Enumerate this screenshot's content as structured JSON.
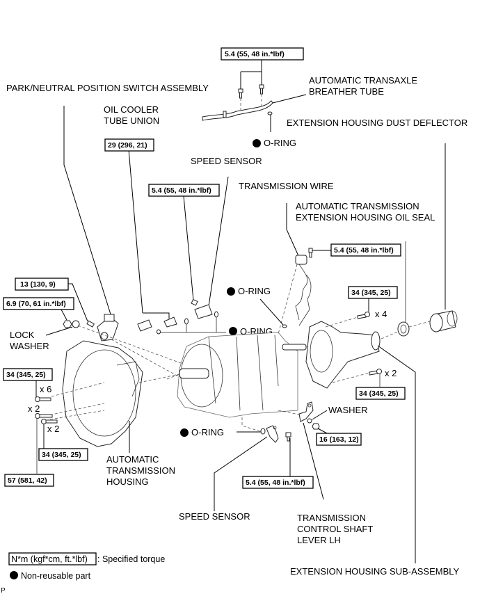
{
  "labels": {
    "park_neutral_switch": "PARK/NEUTRAL POSITION SWITCH ASSEMBLY",
    "oil_cooler_union_1": "OIL COOLER",
    "oil_cooler_union_2": "TUBE UNION",
    "breather_tube_1": "AUTOMATIC TRANSAXLE",
    "breather_tube_2": "BREATHER TUBE",
    "dust_deflector": "EXTENSION HOUSING DUST DEFLECTOR",
    "oring_top": "O-RING",
    "speed_sensor_top": "SPEED SENSOR",
    "transmission_wire": "TRANSMISSION WIRE",
    "oil_seal_1": "AUTOMATIC TRANSMISSION",
    "oil_seal_2": "EXTENSION HOUSING OIL SEAL",
    "oring_mid1": "O-RING",
    "oring_mid2": "O-RING",
    "lock_washer_1": "LOCK",
    "lock_washer_2": "WASHER",
    "washer": "WASHER",
    "oring_bottom": "O-RING",
    "housing_1": "AUTOMATIC",
    "housing_2": "TRANSMISSION",
    "housing_3": "HOUSING",
    "speed_sensor_bottom": "SPEED SENSOR",
    "control_lever_1": "TRANSMISSION",
    "control_lever_2": "CONTROL SHAFT",
    "control_lever_3": "LEVER LH",
    "extension_housing": "EXTENSION HOUSING SUB-ASSEMBLY"
  },
  "torques": {
    "breather_bolts": "5.4 (55, 48 in.*lbf)",
    "oil_cooler_union": "29 (296, 21)",
    "speed_sensor_top_bolt": "5.4 (55, 48 in.*lbf)",
    "transmission_wire_bolt": "5.4 (55, 48 in.*lbf)",
    "pn_switch_bolt": "13 (130, 9)",
    "pn_switch_nut": "6.9 (70, 61 in.*lbf)",
    "extension_bolts_x4": "34 (345, 25)",
    "extension_bolts_x2": "34 (345, 25)",
    "housing_bolts_x6": "34 (345, 25)",
    "housing_bolts_x2_b": "34 (345, 25)",
    "housing_bolts_x2_a": "57 (581, 42)",
    "lever_nut": "16 (163, 12)",
    "speed_sensor_bottom_bolt": "5.4 (55, 48 in.*lbf)"
  },
  "quantities": {
    "extension_x4": "x 4",
    "extension_x2": "x 2",
    "housing_x6": "x 6",
    "housing_x2_a": "x 2",
    "housing_x2_b": "x 2"
  },
  "legend": {
    "torque_sample": "N*m (kgf*cm, ft.*lbf)",
    "torque_desc": ": Specified torque",
    "nonreusable_desc": "Non-reusable part"
  },
  "corner_mark": "P"
}
